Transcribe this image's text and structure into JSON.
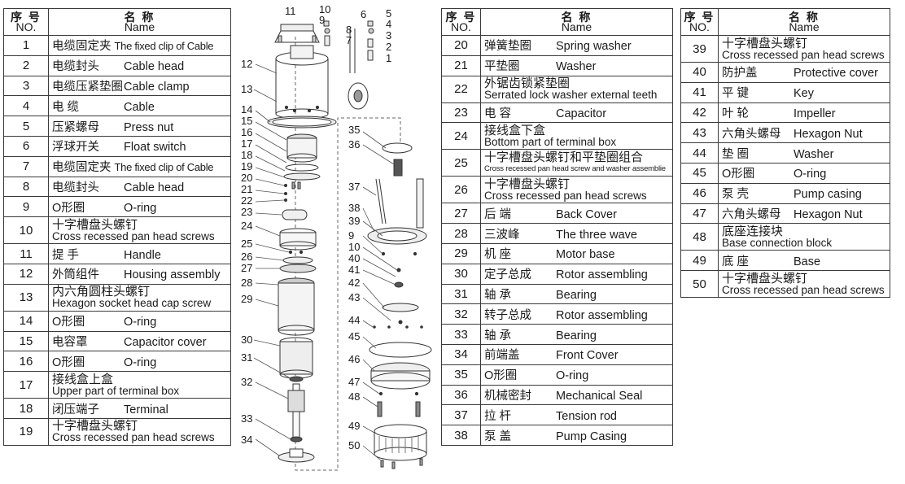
{
  "headers": {
    "no_cn": "序 号",
    "no_en": "NO.",
    "name_cn": "名 称",
    "name_en": "Name"
  },
  "tables": [
    {
      "rows": [
        {
          "no": "1",
          "cn": "电缆固定夹",
          "en": "The fixed clip of Cable"
        },
        {
          "no": "2",
          "cn": "电缆封头",
          "en": "Cable head"
        },
        {
          "no": "3",
          "cn": "电缆压紧垫圈",
          "en": "Cable clamp"
        },
        {
          "no": "4",
          "cn": "电 缆",
          "en": "Cable"
        },
        {
          "no": "5",
          "cn": "压紧螺母",
          "en": "Press nut"
        },
        {
          "no": "6",
          "cn": "浮球开关",
          "en": "Float switch"
        },
        {
          "no": "7",
          "cn": "电缆固定夹",
          "en": "The fixed clip of Cable"
        },
        {
          "no": "8",
          "cn": "电缆封头",
          "en": "Cable head"
        },
        {
          "no": "9",
          "cn": "O形圈",
          "en": "O-ring"
        },
        {
          "no": "10",
          "cn": "十字槽盘头螺钉",
          "en": "Cross recessed pan head screws"
        },
        {
          "no": "11",
          "cn": "提 手",
          "en": "Handle"
        },
        {
          "no": "12",
          "cn": "外筒组件",
          "en": "Housing assembly"
        },
        {
          "no": "13",
          "cn": "内六角圆柱头螺钉",
          "en": "Hexagon socket head cap screw"
        },
        {
          "no": "14",
          "cn": "O形圈",
          "en": "O-ring"
        },
        {
          "no": "15",
          "cn": "电容罩",
          "en": "Capacitor cover"
        },
        {
          "no": "16",
          "cn": "O形圈",
          "en": "O-ring"
        },
        {
          "no": "17",
          "cn": "接线盒上盒",
          "en": "Upper part of terminal box"
        },
        {
          "no": "18",
          "cn": "闭压端子",
          "en": "Terminal"
        },
        {
          "no": "19",
          "cn": "十字槽盘头螺钉",
          "en": "Cross recessed pan head screws"
        }
      ]
    },
    {
      "rows": [
        {
          "no": "20",
          "cn": "弹簧垫圈",
          "en": "Spring washer"
        },
        {
          "no": "21",
          "cn": "平垫圈",
          "en": "Washer"
        },
        {
          "no": "22",
          "cn": "外锯齿锁紧垫圈",
          "en": "Serrated lock washer external teeth"
        },
        {
          "no": "23",
          "cn": "电 容",
          "en": "Capacitor"
        },
        {
          "no": "24",
          "cn": "接线盒下盒",
          "en": "Bottom part of terminal box"
        },
        {
          "no": "25",
          "cn": "十字槽盘头螺钉和平垫圈组合",
          "en": "Cross recessed pan head screw and washer assemblie"
        },
        {
          "no": "26",
          "cn": "十字槽盘头螺钉",
          "en": "Cross recessed pan head screws"
        },
        {
          "no": "27",
          "cn": "后 端",
          "en": "Back Cover"
        },
        {
          "no": "28",
          "cn": "三波峰",
          "en": "The three wave"
        },
        {
          "no": "29",
          "cn": "机 座",
          "en": "Motor base"
        },
        {
          "no": "30",
          "cn": "定子总成",
          "en": "Rotor assembling"
        },
        {
          "no": "31",
          "cn": "轴 承",
          "en": "Bearing"
        },
        {
          "no": "32",
          "cn": "转子总成",
          "en": "Rotor assembling"
        },
        {
          "no": "33",
          "cn": "轴 承",
          "en": "Bearing"
        },
        {
          "no": "34",
          "cn": "前端盖",
          "en": "Front Cover"
        },
        {
          "no": "35",
          "cn": "O形圈",
          "en": "O-ring"
        },
        {
          "no": "36",
          "cn": "机械密封",
          "en": "Mechanical Seal"
        },
        {
          "no": "37",
          "cn": "拉 杆",
          "en": "Tension rod"
        },
        {
          "no": "38",
          "cn": "泵 盖",
          "en": "Pump Casing"
        }
      ]
    },
    {
      "rows": [
        {
          "no": "39",
          "cn": "十字槽盘头螺钉",
          "en": "Cross recessed pan head screws"
        },
        {
          "no": "40",
          "cn": "防护盖",
          "en": "Protective cover"
        },
        {
          "no": "41",
          "cn": "平 键",
          "en": "Key"
        },
        {
          "no": "42",
          "cn": "叶 轮",
          "en": "Impeller"
        },
        {
          "no": "43",
          "cn": "六角头螺母",
          "en": "Hexagon Nut"
        },
        {
          "no": "44",
          "cn": "垫 圈",
          "en": "Washer"
        },
        {
          "no": "45",
          "cn": "O形圈",
          "en": "O-ring"
        },
        {
          "no": "46",
          "cn": "泵 壳",
          "en": "Pump casing"
        },
        {
          "no": "47",
          "cn": "六角头螺母",
          "en": "Hexagon Nut"
        },
        {
          "no": "48",
          "cn": "底座连接块",
          "en": "Base connection block"
        },
        {
          "no": "49",
          "cn": "底 座",
          "en": "Base"
        },
        {
          "no": "50",
          "cn": "十字槽盘头螺钉",
          "en": "Cross recessed pan head screws"
        }
      ]
    }
  ],
  "diagram_labels": [
    "1",
    "2",
    "3",
    "4",
    "5",
    "6",
    "7",
    "8",
    "9",
    "10",
    "11",
    "12",
    "13",
    "14",
    "15",
    "16",
    "17",
    "18",
    "19",
    "20",
    "21",
    "22",
    "23",
    "24",
    "25",
    "26",
    "27",
    "28",
    "29",
    "30",
    "31",
    "32",
    "33",
    "34",
    "35",
    "36",
    "37",
    "38",
    "39",
    "9",
    "10",
    "40",
    "41",
    "42",
    "43",
    "44",
    "45",
    "46",
    "47",
    "48",
    "49",
    "50"
  ]
}
